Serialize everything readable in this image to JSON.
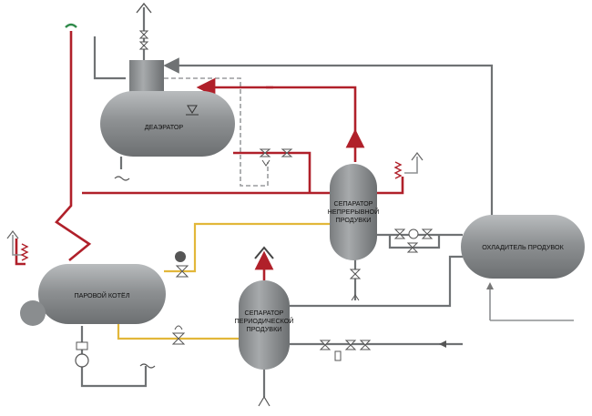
{
  "equipment": {
    "deaerator": "ДЕАЭРАТОР",
    "steam_boiler": "ПАРОВОЙ КОТЁЛ",
    "cont_separator": [
      "СЕПАРАТОР",
      "НЕПРЕРЫВНОЙ",
      "ПРОДУВКИ"
    ],
    "periodic_separator": [
      "СЕПАРАТОР",
      "ПЕРИОДИЧЕСКОЙ",
      "ПРОДУВКИ"
    ],
    "blowdown_cooler": "ОХЛАДИТЕЛЬ ПРОДУВОК"
  },
  "colors": {
    "vessel": "#8e9193",
    "gray_pipe": "#6f7274",
    "steam_pipe": "#b0202a",
    "blowdown_pipe": "#e2b73a",
    "vent_accent": "#2f8a4a"
  },
  "icons": [
    "vent-arrow-icon",
    "drain-icon",
    "valve-icon",
    "pump-icon",
    "gauge-icon",
    "level-marker-icon"
  ]
}
